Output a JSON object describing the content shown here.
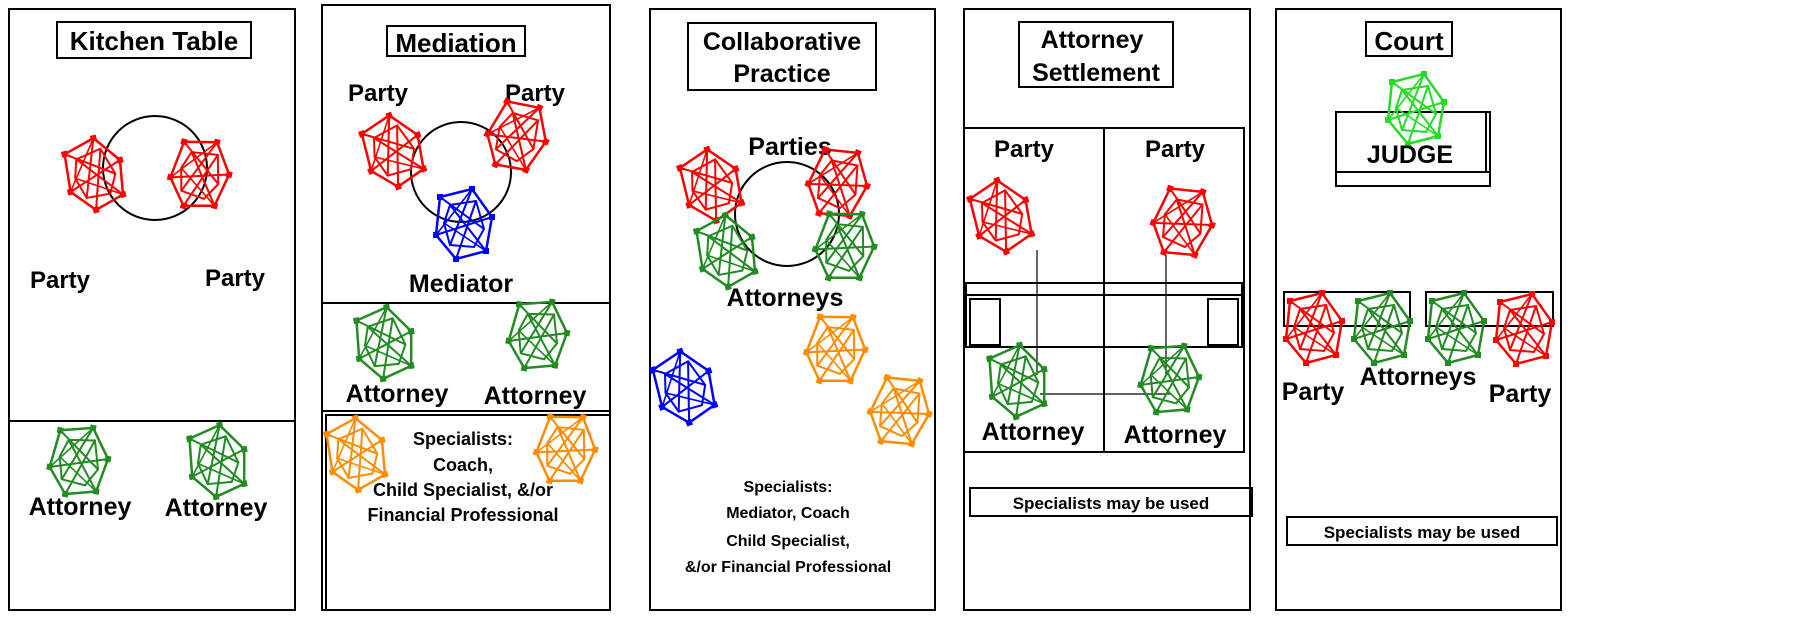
{
  "colors": {
    "party": "#ff0000",
    "attorney": "#228B22",
    "mediator": "#0000ff",
    "specialist": "#ff8c00",
    "judge": "#22dd22",
    "ink": "#000000"
  },
  "icons": {
    "party": "chair-icon",
    "attorney": "chair-icon",
    "mediator": "chair-icon",
    "specialist": "chair-icon",
    "judge": "chair-icon"
  },
  "panels": {
    "kitchen": {
      "title": "Kitchen Table",
      "party_left": "Party",
      "party_right": "Party",
      "attorney_left": "Attorney",
      "attorney_right": "Attorney"
    },
    "mediation": {
      "title": "Mediation",
      "party_left": "Party",
      "party_right": "Party",
      "mediator": "Mediator",
      "attorney_left": "Attorney",
      "attorney_right": "Attorney",
      "specialists_line1": "Specialists:",
      "specialists_line2": "Coach,",
      "specialists_line3": "Child Specialist,  &/or",
      "specialists_line4": "Financial Professional"
    },
    "collaborative": {
      "title_line1": "Collaborative",
      "title_line2": "Practice",
      "parties": "Parties",
      "attorneys": "Attorneys",
      "specialists_line1": "Specialists:",
      "specialists_line2": "Mediator, Coach",
      "specialists_line3": "Child Specialist,",
      "specialists_line4": "&/or Financial Professional"
    },
    "attorney_settlement": {
      "title_line1": "Attorney",
      "title_line2": "Settlement",
      "party_left": "Party",
      "party_right": "Party",
      "attorney_left": "Attorney",
      "attorney_right": "Attorney",
      "note": "Specialists may be used"
    },
    "court": {
      "title": "Court",
      "judge": "JUDGE",
      "party_left": "Party",
      "attorneys": "Attorneys",
      "party_right": "Party",
      "note": "Specialists may be used"
    }
  }
}
